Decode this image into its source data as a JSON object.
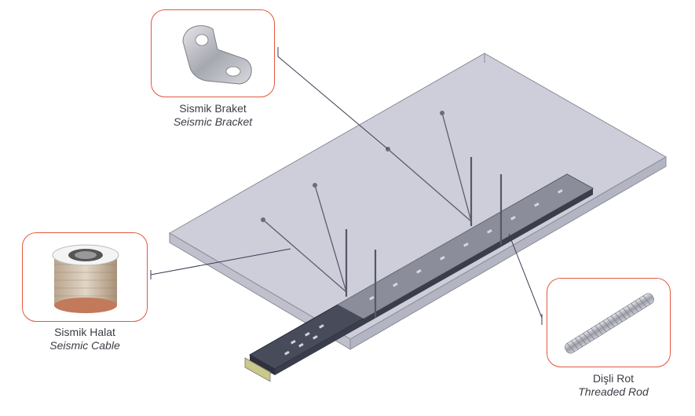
{
  "colors": {
    "callout_border": "#e2583e",
    "plate_fill": "#cfd0da",
    "plate_edge": "#8a8c98",
    "tray_fill": "#3e4250",
    "leader_line": "#3a3a55"
  },
  "callouts": [
    {
      "icon": "seismic-bracket-icon",
      "name_tr": "Sismik Braket",
      "name_en": "Seismic Bracket"
    },
    {
      "icon": "seismic-cable-icon",
      "name_tr": "Sismik Halat",
      "name_en": "Seismic Cable"
    },
    {
      "icon": "threaded-rod-icon",
      "name_tr": "Dişli Rot",
      "name_en": "Threaded Rod"
    }
  ]
}
